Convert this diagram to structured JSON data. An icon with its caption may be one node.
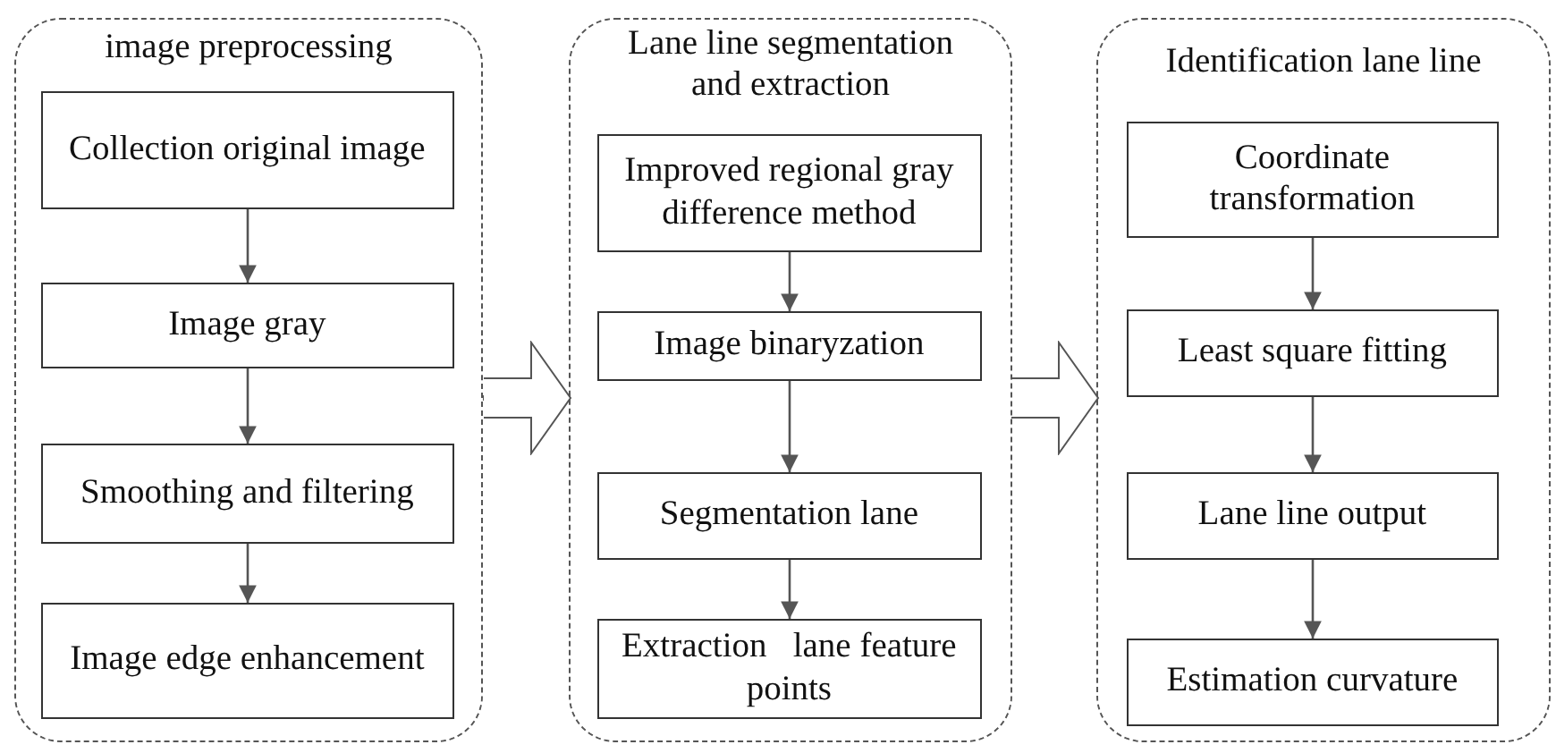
{
  "diagram": {
    "nodes": [
      {
        "text": [
          "image preprocessing"
        ]
      },
      {
        "text": [
          "Collection original image"
        ],
        "in": 0
      },
      {
        "text": [
          "Image gray"
        ],
        "in": 0
      },
      {
        "text": [
          "Smoothing and filtering"
        ],
        "in": 0
      },
      {
        "text": [
          "Image edge enhancement"
        ],
        "in": 0
      },
      {
        "text": [
          "Lane line segmentation and extraction"
        ]
      },
      {
        "text": [
          "Improved regional gray difference method"
        ],
        "in": 5
      },
      {
        "text": [
          "Image binaryzation"
        ],
        "in": 5
      },
      {
        "text": [
          "Segmentation lane"
        ],
        "in": 5
      },
      {
        "text": [
          "Extraction   lane feature points"
        ],
        "in": 5
      },
      {
        "text": [
          "Identification lane line"
        ]
      },
      {
        "text": [
          "Coordinate transformation"
        ],
        "in": 10
      },
      {
        "text": [
          "Least square fitting"
        ],
        "in": 10
      },
      {
        "text": [
          "Lane line output"
        ],
        "in": 10
      },
      {
        "text": [
          "Estimation curvature"
        ],
        "in": 10
      }
    ],
    "edges": [
      {
        "from": 1,
        "to": 2,
        "arrow": "to"
      },
      {
        "from": 2,
        "to": 3,
        "arrow": "to"
      },
      {
        "from": 3,
        "to": 4,
        "arrow": "to"
      },
      {
        "from": 6,
        "to": 7,
        "arrow": "to"
      },
      {
        "from": 7,
        "to": 8,
        "arrow": "to"
      },
      {
        "from": 8,
        "to": 9,
        "arrow": "to"
      },
      {
        "from": 11,
        "to": 12,
        "arrow": "to"
      },
      {
        "from": 12,
        "to": 13,
        "arrow": "to"
      },
      {
        "from": 13,
        "to": 14,
        "arrow": "to"
      },
      {
        "from": 0,
        "to": 5,
        "arrow": "to",
        "style": "thick"
      },
      {
        "from": 5,
        "to": 10,
        "arrow": "to",
        "style": "thick"
      }
    ]
  }
}
